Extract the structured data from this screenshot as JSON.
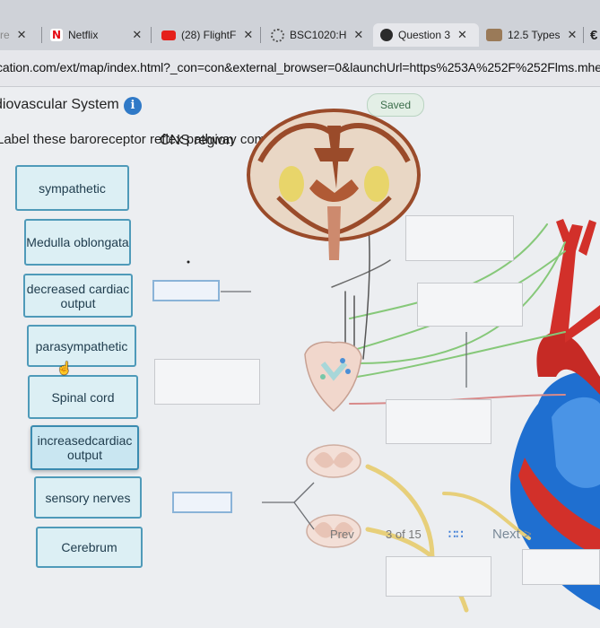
{
  "browser": {
    "tabs": [
      {
        "label": "re",
        "close": "✕"
      },
      {
        "label": "Netflix",
        "close": "✕"
      },
      {
        "label": "(28) FlightF",
        "close": "✕"
      },
      {
        "label": "BSC1020:H",
        "close": "✕"
      },
      {
        "label": "Question 3",
        "close": "✕"
      },
      {
        "label": "12.5 Types",
        "close": "✕"
      }
    ],
    "new_tab_glyph": "€",
    "url": "cation.com/ext/map/index.html?_con=con&external_browser=0&launchUrl=https%253A%252F%252Flms.mhedu"
  },
  "header": {
    "module_title": "diovascular System",
    "info_glyph": "i",
    "saved_label": "Saved"
  },
  "question": {
    "instruction": "Label these baroreceptor reflex pathway components."
  },
  "labels": [
    "sympathetic",
    "Medulla oblongata",
    "decreased cardiac output",
    "parasympathetic",
    "Spinal cord",
    "increasedcardiac output",
    "sensory nerves",
    "Cerebrum"
  ],
  "diagram": {
    "cns_region_label": "CNS region"
  },
  "footer": {
    "prev_label": "Prev",
    "page_indicator": "3 of 15",
    "grid_glyph": "∷∷",
    "next_label": "Next",
    "next_chevron": ">"
  },
  "colors": {
    "label_border": "#4f9ab9",
    "label_fill": "#dceff4",
    "artery_red": "#d2302a",
    "heart_blue": "#1f6fd0",
    "nerve_yellow": "#e7cf7a",
    "nerve_green": "#86c879"
  }
}
